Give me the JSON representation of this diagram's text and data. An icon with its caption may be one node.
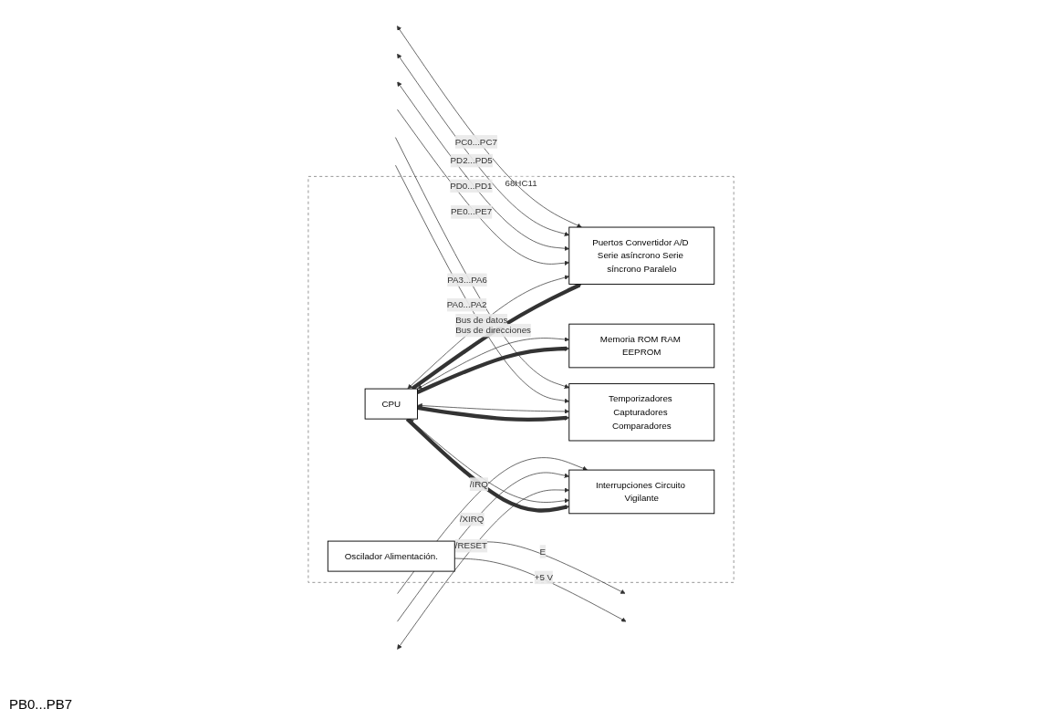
{
  "diagram": {
    "nodes": [
      {
        "text": [
          "68HC11"
        ]
      },
      {
        "text": [
          "CPU"
        ],
        "in": 0
      },
      {
        "text": [
          "Puertos Convertidor A/D Serie asíncrono Serie síncrono Paralelo"
        ],
        "in": 0
      },
      {
        "text": [
          "Memoria ROM RAM EEPROM"
        ],
        "in": 0
      },
      {
        "text": [
          "Temporizadores Capturadores Comparadores"
        ],
        "in": 0
      },
      {
        "text": [
          "Interrupciones Circuito Vigilante"
        ],
        "in": 0
      },
      {
        "text": [
          "Oscilador Alimentación."
        ],
        "in": 0
      }
    ],
    "edges": [
      {
        "from": 1,
        "to": 2,
        "arrow": "to",
        "style": "thick",
        "label": "Bus de direcciones"
      },
      {
        "from": 1,
        "to": 3,
        "arrow": "to",
        "style": "thick"
      },
      {
        "from": 1,
        "to": 4,
        "arrow": "to",
        "style": "thick"
      },
      {
        "from": 1,
        "to": 5,
        "arrow": "to",
        "style": "thick"
      },
      {
        "from": 1,
        "to": 2,
        "arrow": "both",
        "label": "Bus de datos"
      },
      {
        "from": 1,
        "to": 3,
        "arrow": "both"
      },
      {
        "from": 1,
        "to": 4,
        "arrow": "both"
      },
      {
        "from": 1,
        "to": 5,
        "arrow": "both"
      },
      {
        "from": null,
        "to": 2,
        "arrow": "to",
        "label": "PE0...PE7"
      },
      {
        "from": null,
        "to": 2,
        "arrow": "both",
        "label": "PD0...PD1"
      },
      {
        "from": null,
        "to": 2,
        "arrow": "both",
        "label": "PD2...PD5"
      },
      {
        "from": null,
        "to": 2,
        "arrow": "both",
        "label": "PC0...PC7"
      },
      {
        "from": null,
        "to": 4,
        "arrow": "to",
        "label": "PA0...PA2"
      },
      {
        "from": null,
        "to": 4,
        "arrow": "to",
        "label": "PA3...PA6"
      },
      {
        "from": null,
        "to": 5,
        "arrow": "both",
        "label": "/RESET"
      },
      {
        "from": null,
        "to": 5,
        "arrow": "to",
        "label": "/XIRQ"
      },
      {
        "from": null,
        "to": 5,
        "arrow": "to",
        "label": "/IRQ"
      },
      {
        "from": 6,
        "to": null,
        "arrow": "to",
        "label": "E"
      },
      {
        "from": 6,
        "to": null,
        "arrow": "to",
        "label": "+5 V"
      }
    ],
    "labels": [
      "PB0...PB7"
    ]
  }
}
